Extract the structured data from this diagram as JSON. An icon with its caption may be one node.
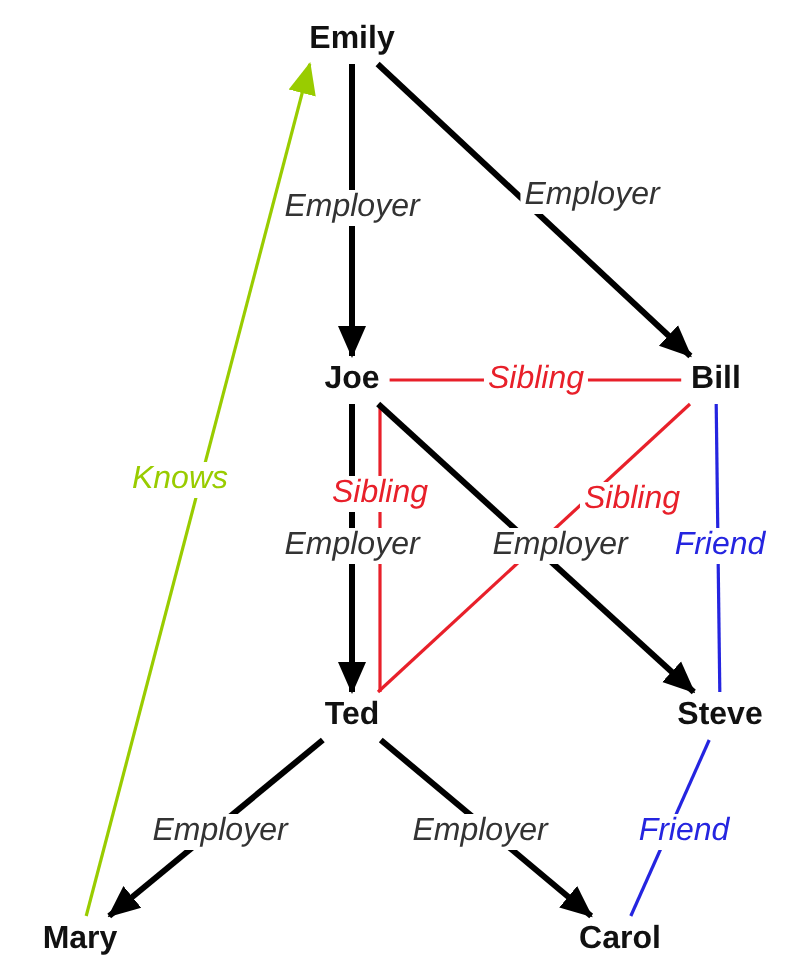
{
  "diagram": {
    "nodes": [
      {
        "text": [
          "Emily"
        ]
      },
      {
        "text": [
          "Joe"
        ]
      },
      {
        "text": [
          "Bill"
        ]
      },
      {
        "text": [
          "Ted"
        ]
      },
      {
        "text": [
          "Steve"
        ]
      },
      {
        "text": [
          "Mary"
        ]
      },
      {
        "text": [
          "Carol"
        ]
      }
    ],
    "edges": [
      {
        "from": 0,
        "to": 1,
        "arrow": "to",
        "label": "Employer"
      },
      {
        "from": 0,
        "to": 2,
        "arrow": "to",
        "label": "Employer"
      },
      {
        "from": 1,
        "to": 2,
        "arrow": "none",
        "label": "Sibling",
        "color": "#e8202a"
      },
      {
        "from": 1,
        "to": 3,
        "arrow": "to",
        "label": "Employer"
      },
      {
        "from": 1,
        "to": 3,
        "arrow": "none",
        "label": "Sibling",
        "color": "#e8202a"
      },
      {
        "from": 1,
        "to": 4,
        "arrow": "to",
        "label": "Employer"
      },
      {
        "from": 2,
        "to": 3,
        "arrow": "none",
        "label": "Sibling",
        "color": "#e8202a"
      },
      {
        "from": 2,
        "to": 4,
        "arrow": "none",
        "label": "Friend",
        "color": "#2525e0"
      },
      {
        "from": 3,
        "to": 5,
        "arrow": "to",
        "label": "Employer"
      },
      {
        "from": 3,
        "to": 6,
        "arrow": "to",
        "label": "Employer"
      },
      {
        "from": 4,
        "to": 6,
        "arrow": "none",
        "label": "Friend",
        "color": "#2525e0"
      },
      {
        "from": 5,
        "to": 0,
        "arrow": "to",
        "label": "Knows",
        "color": "#99cc00"
      }
    ]
  }
}
